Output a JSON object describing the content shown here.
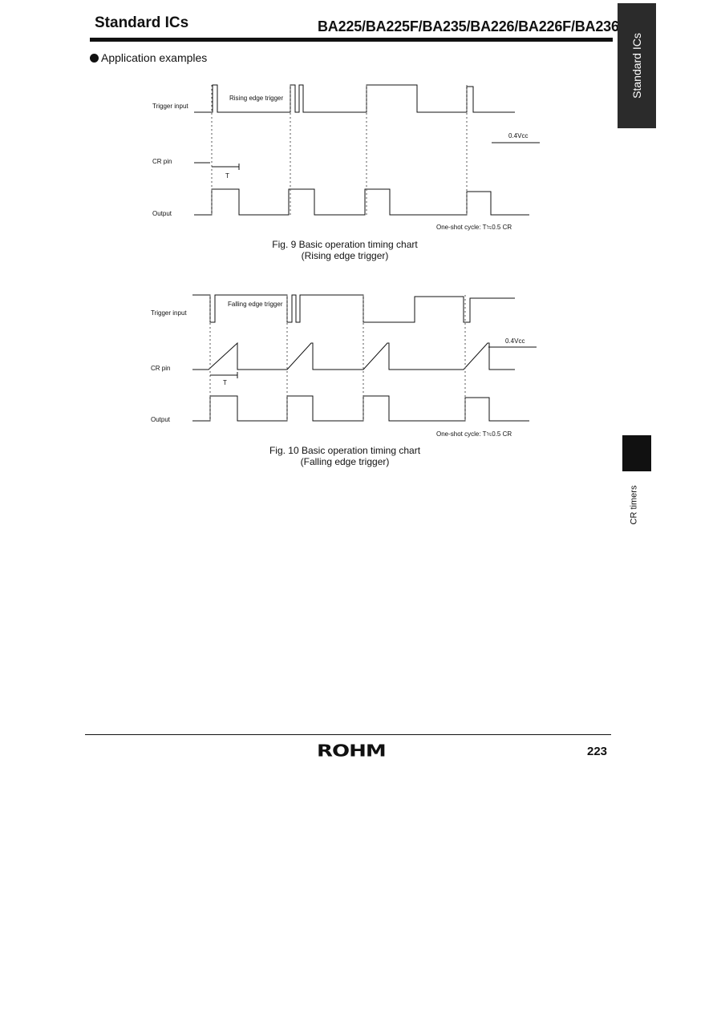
{
  "header": {
    "left": "Standard ICs",
    "right": "BA225/BA225F/BA235/BA226/BA226F/BA236",
    "side_tab": "Standard ICs"
  },
  "section_title": "Application examples",
  "figures": [
    {
      "labels": {
        "trigger": "Trigger input",
        "cr": "CR pin",
        "output": "Output",
        "annotation": "Rising edge trigger",
        "vcc": "0.4Vcc",
        "t": "T",
        "cycle": "One-shot cycle: T≒0.5 CR"
      },
      "caption_line1": "Fig. 9  Basic operation timing chart",
      "caption_line2": "(Rising edge trigger)"
    },
    {
      "labels": {
        "trigger": "Trigger input",
        "cr": "CR pin",
        "output": "Output",
        "annotation": "Falling edge trigger",
        "vcc": "0.4Vcc",
        "t": "T",
        "cycle": "One-shot cycle: T≒0.5 CR"
      },
      "caption_line1": "Fig. 10  Basic operation timing chart",
      "caption_line2": "(Falling edge trigger)"
    }
  ],
  "side_label": "CR timers",
  "footer": {
    "logo": "ROHM",
    "page_number": "223"
  }
}
